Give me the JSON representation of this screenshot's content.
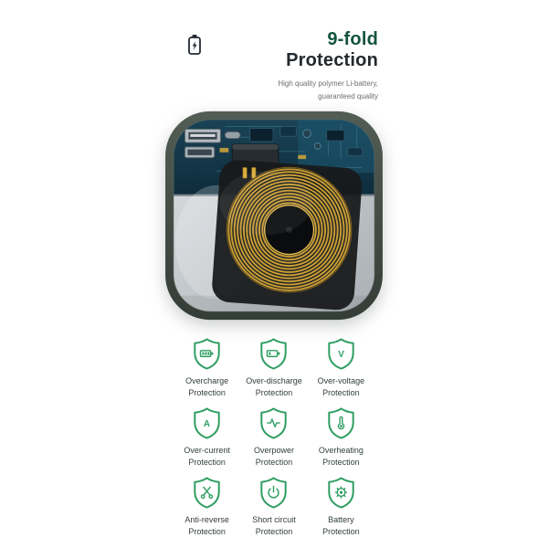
{
  "colors": {
    "accent_green": "#2f9e63",
    "title_green": "#14543f",
    "title_dark": "#23292e",
    "subtitle_gray": "#6a6f6d",
    "label_dark": "#323f39",
    "coil_gold": "#c99d33",
    "frame_green": "#414c45"
  },
  "header": {
    "icon": "battery-charging-icon",
    "title_line1": "9-fold",
    "title_line2": "Protection",
    "subtitle_line1": "High quality polymer Li-battery,",
    "subtitle_line2": "guaranteed quality"
  },
  "product": {
    "image": "power-bank-internal-view-with-wireless-charging-coil"
  },
  "protections": [
    {
      "icon": "overcharge-shield-icon",
      "line1": "Overcharge",
      "line2": "Protection"
    },
    {
      "icon": "over-discharge-shield-icon",
      "line1": "Over-discharge",
      "line2": "Protection"
    },
    {
      "icon": "over-voltage-shield-icon",
      "line1": "Over-voltage",
      "line2": "Protection"
    },
    {
      "icon": "over-current-shield-icon",
      "line1": "Over-current",
      "line2": "Protection"
    },
    {
      "icon": "overpower-shield-icon",
      "line1": "Overpower",
      "line2": "Protection"
    },
    {
      "icon": "overheating-shield-icon",
      "line1": "Overheating",
      "line2": "Protection"
    },
    {
      "icon": "anti-reverse-shield-icon",
      "line1": "Anti-reverse",
      "line2": "Protection"
    },
    {
      "icon": "short-circuit-shield-icon",
      "line1": "Short circuit",
      "line2": "Protection"
    },
    {
      "icon": "battery-shield-icon",
      "line1": "Battery",
      "line2": "Protection"
    }
  ]
}
